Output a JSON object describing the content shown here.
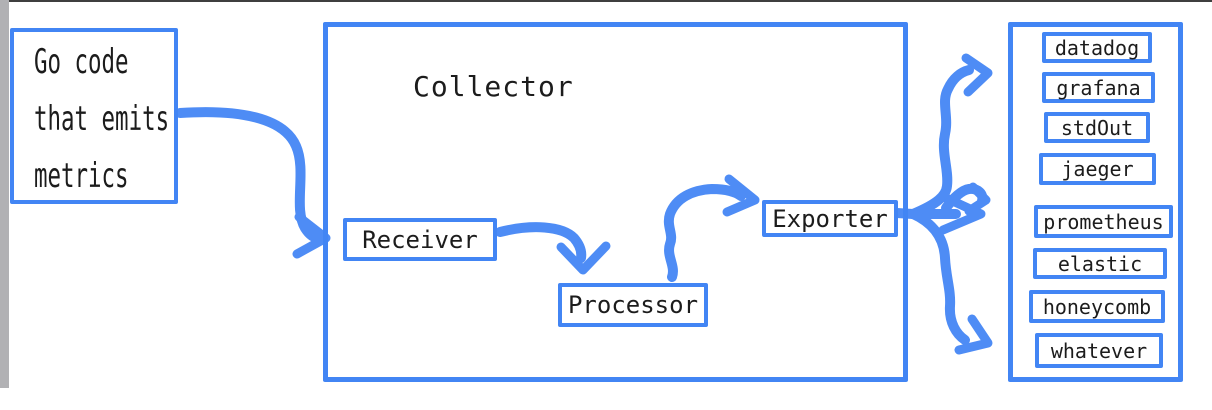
{
  "window": {
    "background": "#ffffff",
    "top_border_color": "#3f3f3f",
    "left_edge_color": "#b1b1b4"
  },
  "palette": {
    "shape_border_blue": "#4285f4",
    "arrow_blue": "#4e8cf5",
    "text_color": "#1c1c1c"
  },
  "source_box": {
    "label": "Go code\nthat emits\nmetrics"
  },
  "collector": {
    "title": "Collector",
    "stages": [
      "Receiver",
      "Processor",
      "Exporter"
    ]
  },
  "destinations": {
    "items": [
      "datadog",
      "grafana",
      "stdOut",
      "jaeger",
      "prometheus",
      "elastic",
      "honeycomb",
      "whatever"
    ]
  }
}
